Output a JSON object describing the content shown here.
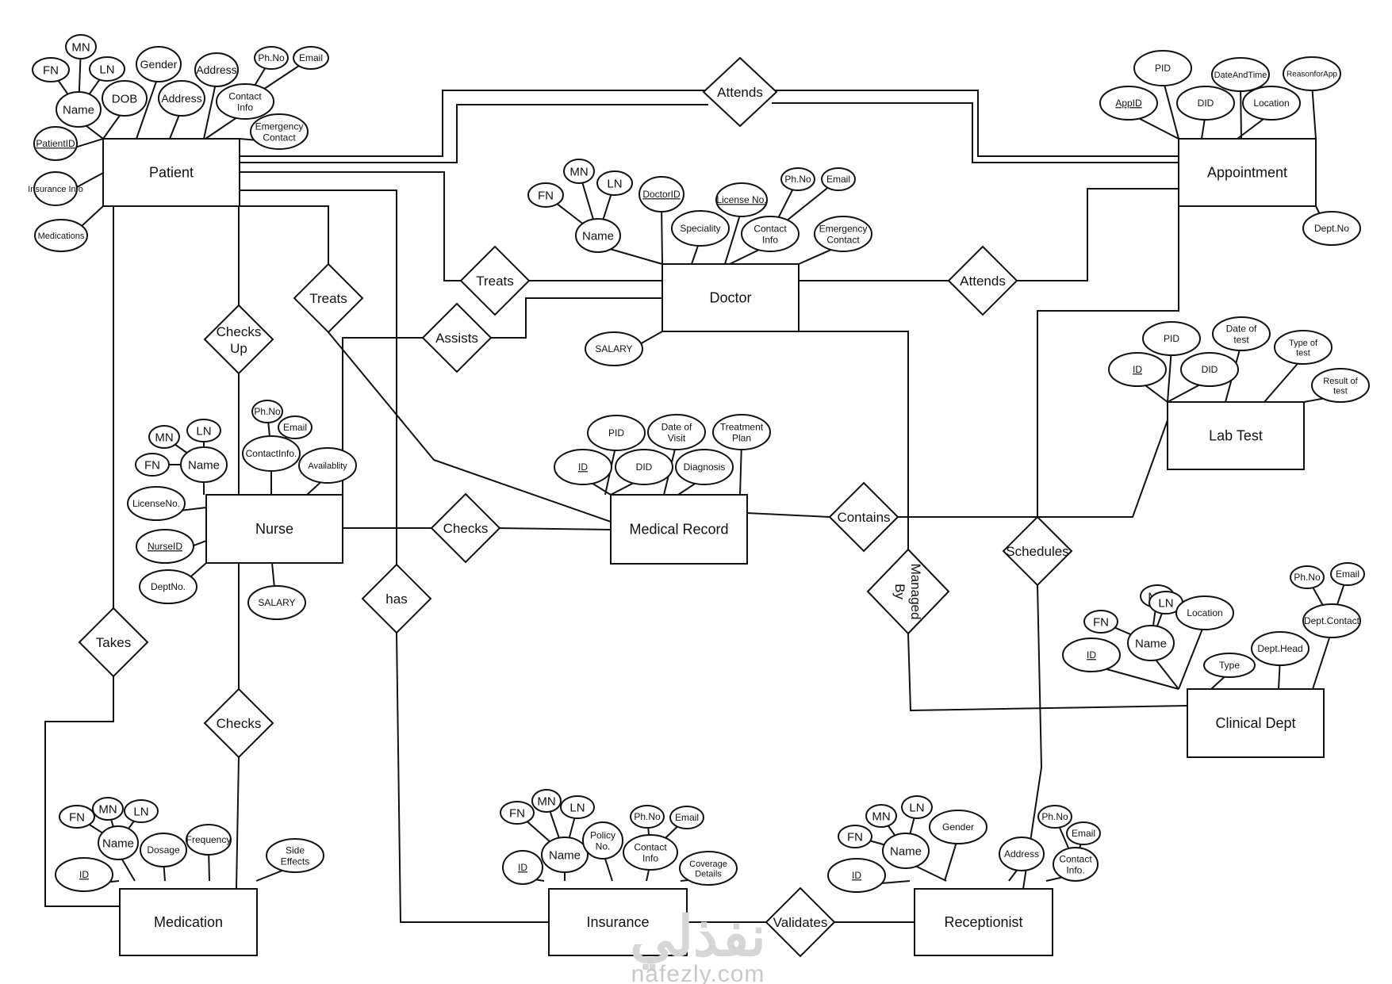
{
  "diagram": {
    "type": "ER diagram",
    "entities": [
      {
        "id": "patient",
        "label": "Patient"
      },
      {
        "id": "appointment",
        "label": "Appointment"
      },
      {
        "id": "doctor",
        "label": "Doctor"
      },
      {
        "id": "labtest",
        "label": "Lab Test"
      },
      {
        "id": "nurse",
        "label": "Nurse"
      },
      {
        "id": "medrec",
        "label": "Medical Record"
      },
      {
        "id": "clinical",
        "label": "Clinical Dept"
      },
      {
        "id": "medication",
        "label": "Medication"
      },
      {
        "id": "insurance",
        "label": "Insurance"
      },
      {
        "id": "receptionist",
        "label": "Receptionist"
      }
    ],
    "relationships": [
      {
        "id": "attends_top",
        "label": "Attends"
      },
      {
        "id": "treats_doc",
        "label": "Treats"
      },
      {
        "id": "attends_doc",
        "label": "Attends"
      },
      {
        "id": "treats_nurse",
        "label": "Treats"
      },
      {
        "id": "checksup",
        "label": "Checks Up"
      },
      {
        "id": "assists",
        "label": "Assists"
      },
      {
        "id": "checks_mr",
        "label": "Checks"
      },
      {
        "id": "contains",
        "label": "Contains"
      },
      {
        "id": "managedby",
        "label": "Managed By"
      },
      {
        "id": "schedules",
        "label": "Schedules"
      },
      {
        "id": "has",
        "label": "has"
      },
      {
        "id": "takes",
        "label": "Takes"
      },
      {
        "id": "checks_med",
        "label": "Checks"
      },
      {
        "id": "validates",
        "label": "Validates"
      }
    ],
    "attributes": {
      "patient": [
        "FN",
        "MN",
        "LN",
        "Name",
        "DOB",
        "Gender",
        "Address",
        "Address",
        "Ph.No",
        "Email",
        "Contact Info",
        "Emergency Contact",
        "PatientID",
        "Insurance Info",
        "Medications"
      ],
      "appointment": [
        "PID",
        "DateAndTime",
        "ReasonforApp",
        "AppID",
        "DID",
        "Location",
        "Dept.No"
      ],
      "doctor": [
        "FN",
        "MN",
        "LN",
        "Name",
        "DoctorID",
        "Speciality",
        "License No.",
        "Ph.No",
        "Email",
        "Contact Info",
        "Emergency Contact",
        "SALARY"
      ],
      "labtest": [
        "PID",
        "Date of test",
        "Type of test",
        "ID",
        "DID",
        "Result of test"
      ],
      "nurse": [
        "MN",
        "LN",
        "FN",
        "Name",
        "Ph.No",
        "Email",
        "ContactInfo.",
        "Availablity",
        "LicenseNo.",
        "NurseID",
        "DeptNo.",
        "SALARY"
      ],
      "medrec": [
        "PID",
        "Date of Visit",
        "Treatment Plan",
        "ID",
        "DID",
        "Diagnosis"
      ],
      "clinical": [
        "Ph.No",
        "Email",
        "MN",
        "LN",
        "FN",
        "Location",
        "Dept.Contact",
        "Name",
        "ID",
        "Type",
        "Dept.Head"
      ],
      "medication": [
        "FN",
        "MN",
        "LN",
        "Name",
        "Dosage",
        "Frequency",
        "Side Effects",
        "ID"
      ],
      "insurance": [
        "FN",
        "MN",
        "LN",
        "Name",
        "Policy No.",
        "Ph.No",
        "Email",
        "Contact Info",
        "Coverage Details",
        "ID"
      ],
      "receptionist": [
        "MN",
        "LN",
        "FN",
        "Name",
        "Gender",
        "Ph.No",
        "Email",
        "Address",
        "Contact Info.",
        "ID"
      ]
    }
  },
  "watermark": {
    "arabic": "نفذلي",
    "latin": "nafezly.com"
  }
}
